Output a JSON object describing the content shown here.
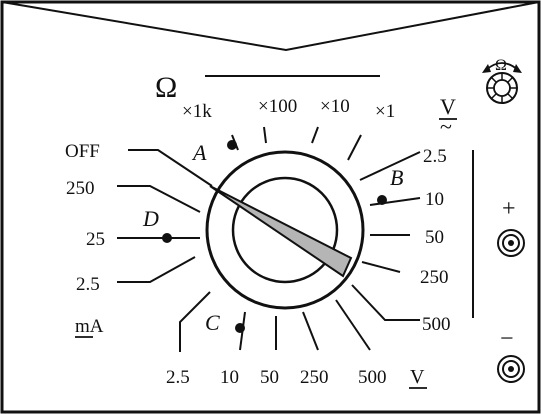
{
  "ohm": {
    "symbol": "Ω",
    "ranges": [
      "×1k",
      "×100",
      "×10",
      "×1"
    ]
  },
  "left_scale": {
    "off": "OFF",
    "ma_ranges": [
      "250",
      "25",
      "2.5"
    ],
    "unit": "mA"
  },
  "bottom_scale": {
    "dcv_ranges": [
      "2.5",
      "10",
      "50",
      "250",
      "500"
    ],
    "unit": "V"
  },
  "right_scale": {
    "acv_ranges": [
      "2.5",
      "10",
      "50",
      "250",
      "500"
    ],
    "unit": "V",
    "ac_symbol": "~"
  },
  "points": {
    "A": "A",
    "B": "B",
    "C": "C",
    "D": "D"
  },
  "zero_adjust": {
    "symbol": "Ω"
  },
  "terminals": {
    "positive": "+",
    "negative": "−"
  }
}
